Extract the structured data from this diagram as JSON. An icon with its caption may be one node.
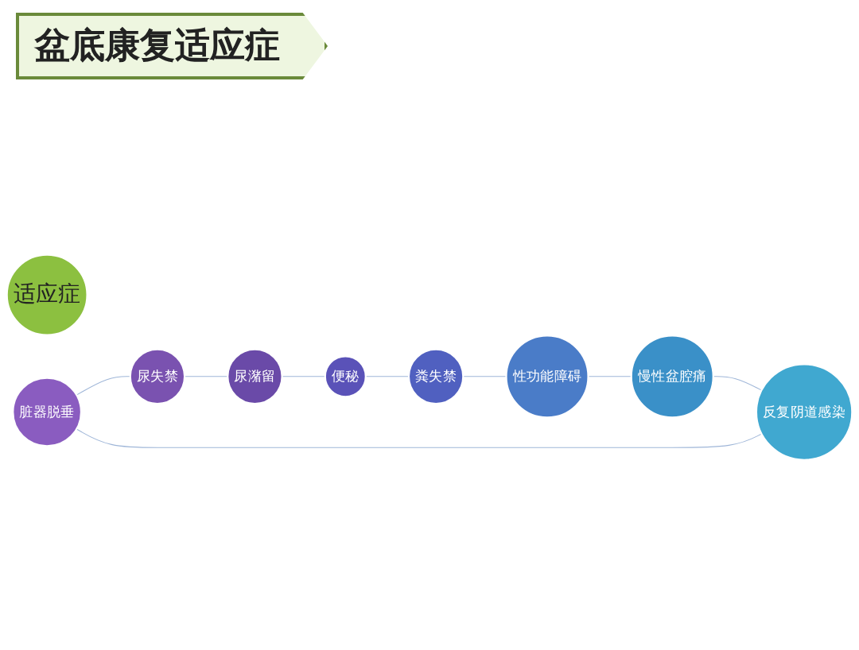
{
  "diagram": {
    "title": "盆底康复适应症",
    "nodes": [
      {
        "text": [
          "适应症"
        ]
      },
      {
        "text": [
          "脏器脱垂"
        ]
      },
      {
        "text": [
          "尿失禁"
        ]
      },
      {
        "text": [
          "尿潴留"
        ]
      },
      {
        "text": [
          "便秘"
        ]
      },
      {
        "text": [
          "粪失禁"
        ]
      },
      {
        "text": [
          "性功能障碍"
        ]
      },
      {
        "text": [
          "慢性盆腔痛"
        ]
      },
      {
        "text": [
          "反复阴道感染"
        ]
      }
    ],
    "edges": [
      {
        "from": 1,
        "to": 2,
        "arrow": "none"
      },
      {
        "from": 2,
        "to": 3,
        "arrow": "none"
      },
      {
        "from": 3,
        "to": 4,
        "arrow": "none"
      },
      {
        "from": 4,
        "to": 5,
        "arrow": "none"
      },
      {
        "from": 5,
        "to": 6,
        "arrow": "none"
      },
      {
        "from": 6,
        "to": 7,
        "arrow": "none"
      },
      {
        "from": 7,
        "to": 8,
        "arrow": "none"
      },
      {
        "from": 8,
        "to": 1,
        "arrow": "none"
      }
    ]
  }
}
